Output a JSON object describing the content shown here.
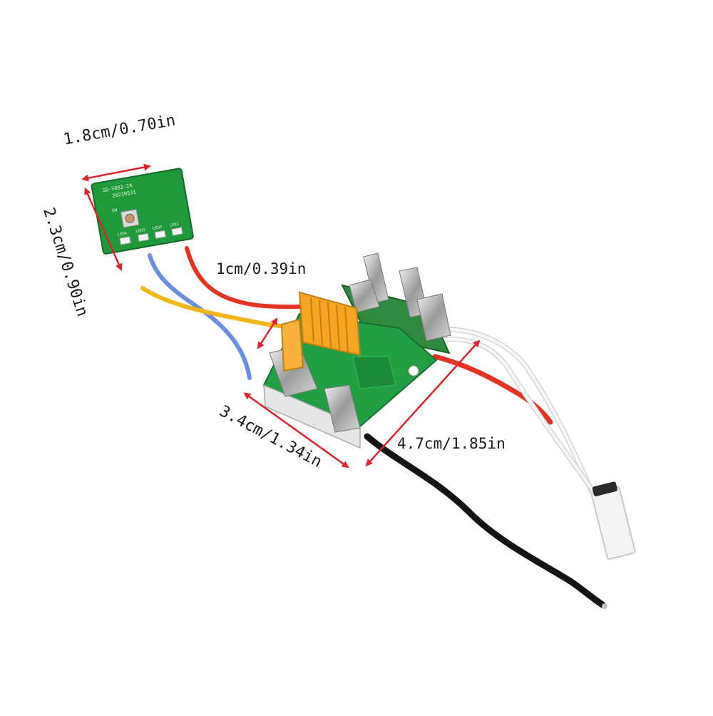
{
  "dimensions": {
    "indicator_width": "1.8cm/0.70in",
    "indicator_height": "2.3cm/0.90in",
    "wire_gap": "1cm/0.39in",
    "module_width": "3.4cm/1.34in",
    "module_length": "4.7cm/1.85in"
  },
  "indicator_board": {
    "model": "SD-S082-2A",
    "date": "20210531",
    "switch_label": "SW",
    "led_labels": [
      "LED4",
      "LED3",
      "LED2",
      "LED1"
    ],
    "color": "#1f9a3a"
  },
  "main_board": {
    "connector_color": "#f5a623",
    "board_color": "#21a043"
  },
  "colors": {
    "arrow": "#e0222a",
    "wire_red": "#e53322",
    "wire_blue": "#6a8ee0",
    "wire_yellow": "#f2b619",
    "wire_white": "#f4f4f4",
    "wire_black": "#141414"
  },
  "icons": [
    "double-arrow-icon"
  ]
}
